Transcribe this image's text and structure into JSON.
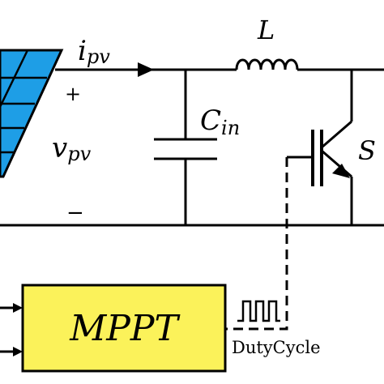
{
  "labels": {
    "current": "i",
    "current_sub": "pv",
    "voltage": "v",
    "voltage_sub": "pv",
    "plus": "+",
    "minus": "−",
    "inductor": "L",
    "capacitor": "C",
    "capacitor_sub": "in",
    "switch": "S",
    "controller": "MPPT",
    "duty_cycle": "DutyCycle"
  },
  "colors": {
    "panel_cell": "#1e9ee6",
    "panel_frame": "#000000",
    "controller_fill": "#fbf25a",
    "wire": "#000000"
  }
}
